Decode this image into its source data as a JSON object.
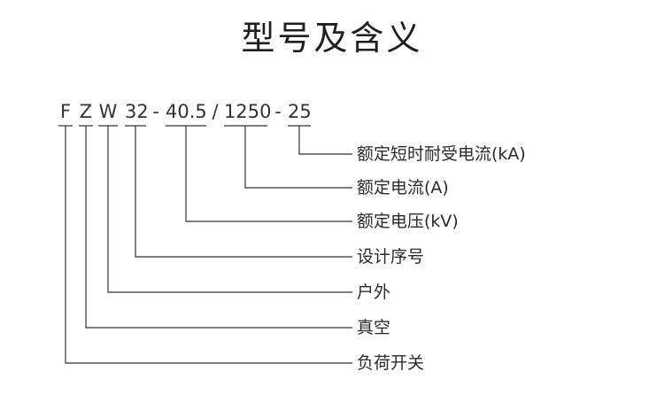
{
  "title": "型号及含义",
  "model": {
    "f": "F",
    "z": "Z",
    "w": "W",
    "design": "32",
    "dash1": "-",
    "voltage": "40.5",
    "slash": "/",
    "current": "1250",
    "dash2": "-",
    "short": "25"
  },
  "meanings": {
    "short": "额定短时耐受电流(kA)",
    "current": "额定电流(A)",
    "voltage": "额定电压(kV)",
    "design": "设计序号",
    "w": "户外",
    "z": "真空",
    "f": "负荷开关"
  }
}
